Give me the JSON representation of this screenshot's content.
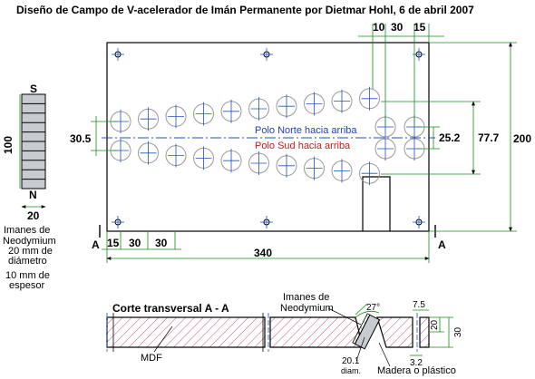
{
  "title": "Diseño de Campo de V-acelerador de Imán Permanente por Dietmar Hohl, 6 de abril 2007",
  "magnet": {
    "pole_top": "S",
    "pole_bottom": "N",
    "height_dim": "100",
    "width_dim": "20",
    "caption_lines": [
      "Imanes de",
      "Neodymium",
      "20 mm de",
      "diámetro",
      "10 mm de",
      "espesor"
    ]
  },
  "dims": {
    "top_10": "10",
    "top_30": "30",
    "top_15": "15",
    "left_30_5": "30.5",
    "right_25_2": "25.2",
    "right_77_7": "77.7",
    "right_200": "200",
    "bottom_15": "15",
    "bottom_30a": "30",
    "bottom_30b": "30",
    "bottom_340": "340"
  },
  "section_markers": {
    "left": "A",
    "right": "A"
  },
  "rows": {
    "north_label": "Polo Norte hacia arriba",
    "south_label": "Polo Sud hacia arriba"
  },
  "section": {
    "title": "Corte transversal  A - A",
    "magnets_label_lines": [
      "Imanes de",
      "Neodymium"
    ],
    "angle": "27°",
    "dim_7_5": "7.5",
    "dim_20": "20",
    "dim_30": "30",
    "dim_3_2": "3.2",
    "dim_20_1_lines": [
      "20.1",
      "diam."
    ],
    "mdf_label": "MDF",
    "wood_label": "Madera o plástico"
  },
  "colors": {
    "line": "#000000",
    "centerline": "#2050c0",
    "dim_line": "#1a8a1a",
    "hatch": "#c02060",
    "hatch_green": "#1a8a1a",
    "magnet_fill": "#c8ccd0",
    "north_text": "#2040c0",
    "south_text": "#c02020"
  }
}
